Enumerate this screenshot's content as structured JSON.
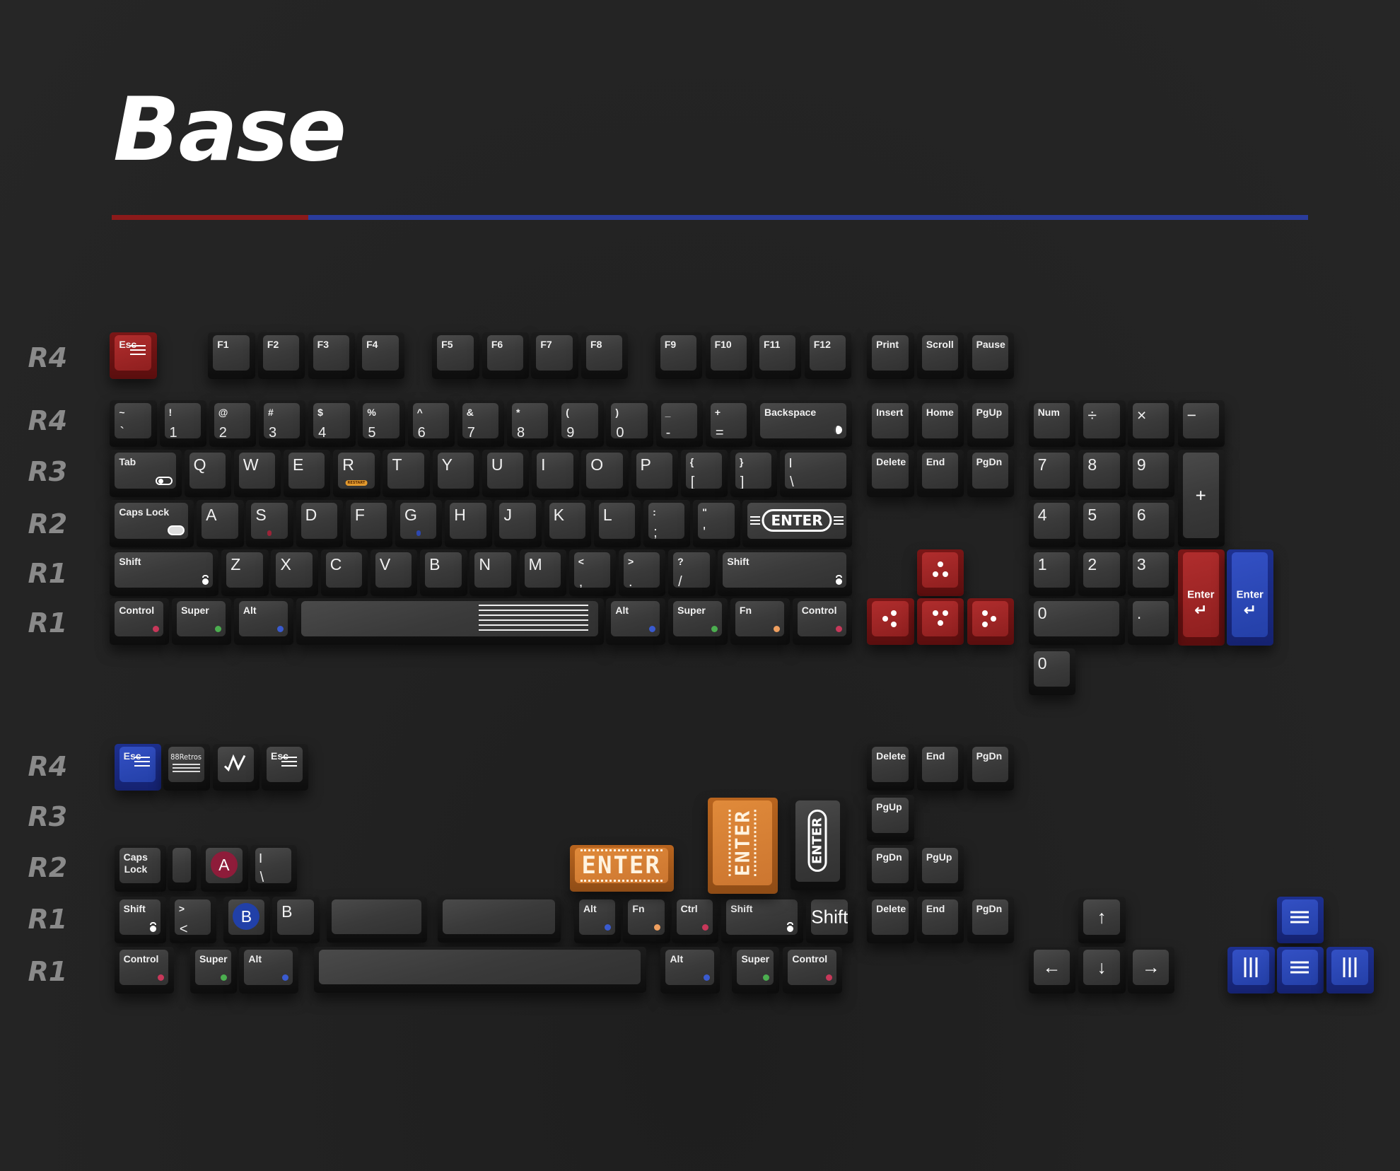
{
  "title": "Base",
  "accent": {
    "red": "#8b1a1a",
    "blue": "#2a3c9c",
    "orange": "#d07a2a"
  },
  "row_labels": {
    "upper": [
      "R4",
      "R4",
      "R3",
      "R2",
      "R1",
      "R1"
    ],
    "lower": [
      "R4",
      "R3",
      "R2",
      "R1",
      "R1"
    ]
  },
  "keys": {
    "fn_row": [
      {
        "l": "Esc",
        "c": "red",
        "icon": "esc-lines"
      },
      {
        "l": "F1"
      },
      {
        "l": "F2"
      },
      {
        "l": "F3"
      },
      {
        "l": "F4"
      },
      {
        "l": "F5"
      },
      {
        "l": "F6"
      },
      {
        "l": "F7"
      },
      {
        "l": "F8"
      },
      {
        "l": "F9"
      },
      {
        "l": "F10"
      },
      {
        "l": "F11"
      },
      {
        "l": "F12"
      }
    ],
    "nav_top": [
      {
        "l": "Print"
      },
      {
        "l": "Scroll"
      },
      {
        "l": "Pause"
      }
    ],
    "num_row": [
      {
        "l": "~",
        "s": "`"
      },
      {
        "l": "!",
        "s": "1"
      },
      {
        "l": "@",
        "s": "2"
      },
      {
        "l": "#",
        "s": "3"
      },
      {
        "l": "$",
        "s": "4"
      },
      {
        "l": "%",
        "s": "5"
      },
      {
        "l": "^",
        "s": "6"
      },
      {
        "l": "&",
        "s": "7"
      },
      {
        "l": "*",
        "s": "8"
      },
      {
        "l": "(",
        "s": "9"
      },
      {
        "l": ")",
        "s": "0"
      },
      {
        "l": "_",
        "s": "-"
      },
      {
        "l": "+",
        "s": "="
      },
      {
        "l": "Backspace",
        "icon": "backspace-dot"
      }
    ],
    "q_row": [
      {
        "l": "Tab",
        "icon": "toggle"
      },
      {
        "l": "Q",
        "big": true
      },
      {
        "l": "W",
        "big": true
      },
      {
        "l": "E",
        "big": true
      },
      {
        "l": "R",
        "big": true,
        "badge": "RESTART",
        "badge_color": "#e39a2e"
      },
      {
        "l": "T",
        "big": true
      },
      {
        "l": "Y",
        "big": true
      },
      {
        "l": "U",
        "big": true
      },
      {
        "l": "I",
        "big": true
      },
      {
        "l": "O",
        "big": true
      },
      {
        "l": "P",
        "big": true
      },
      {
        "l": "{",
        "s": "["
      },
      {
        "l": "}",
        "s": "]"
      },
      {
        "l": "|",
        "s": "\\"
      }
    ],
    "a_row": [
      {
        "l": "Caps Lock",
        "icon": "pill"
      },
      {
        "l": "A",
        "big": true
      },
      {
        "l": "S",
        "big": true,
        "badge": "",
        "badge_color": "#9c2438"
      },
      {
        "l": "D",
        "big": true
      },
      {
        "l": "F",
        "big": true
      },
      {
        "l": "G",
        "big": true,
        "badge": "",
        "badge_color": "#2d48b0"
      },
      {
        "l": "H",
        "big": true
      },
      {
        "l": "J",
        "big": true
      },
      {
        "l": "K",
        "big": true
      },
      {
        "l": "L",
        "big": true
      },
      {
        "l": ":",
        "s": ";"
      },
      {
        "l": "\"",
        "s": "'"
      },
      {
        "l": "ENTER",
        "style": "enter-badge"
      }
    ],
    "z_row": [
      {
        "l": "Shift",
        "icon": "shift-dot"
      },
      {
        "l": "Z",
        "big": true
      },
      {
        "l": "X",
        "big": true
      },
      {
        "l": "C",
        "big": true
      },
      {
        "l": "V",
        "big": true
      },
      {
        "l": "B",
        "big": true
      },
      {
        "l": "N",
        "big": true
      },
      {
        "l": "M",
        "big": true
      },
      {
        "l": "<",
        "s": ","
      },
      {
        "l": ">",
        "s": "."
      },
      {
        "l": "?",
        "s": "/"
      },
      {
        "l": "Shift",
        "icon": "shift-dot"
      }
    ],
    "mod_row": [
      {
        "l": "Control",
        "dot": "#c8385a"
      },
      {
        "l": "Super",
        "dot": "#4caf50"
      },
      {
        "l": "Alt",
        "dot": "#3a5bd0"
      },
      {
        "l": "",
        "icon": "space-stripes"
      },
      {
        "l": "Alt",
        "dot": "#3a5bd0"
      },
      {
        "l": "Super",
        "dot": "#4caf50"
      },
      {
        "l": "Fn",
        "dot": "#f0a060"
      },
      {
        "l": "Control",
        "dot": "#c8385a"
      }
    ],
    "nav_mid": [
      {
        "l": "Insert"
      },
      {
        "l": "Home"
      },
      {
        "l": "PgUp"
      },
      {
        "l": "Delete"
      },
      {
        "l": "End"
      },
      {
        "l": "PgDn"
      }
    ],
    "arrows_red": [
      {
        "l": "",
        "c": "red",
        "icon": "dice-up"
      },
      {
        "l": "",
        "c": "red",
        "icon": "dice-left"
      },
      {
        "l": "",
        "c": "red",
        "icon": "dice-down"
      },
      {
        "l": "",
        "c": "red",
        "icon": "dice-right"
      }
    ],
    "numpad": [
      {
        "l": "Num"
      },
      {
        "l": "÷",
        "big": true
      },
      {
        "l": "×",
        "big": true
      },
      {
        "l": "−",
        "big": true
      },
      {
        "l": "7",
        "big": true
      },
      {
        "l": "8",
        "big": true
      },
      {
        "l": "9",
        "big": true
      },
      {
        "l": "+",
        "center": true
      },
      {
        "l": "4",
        "big": true
      },
      {
        "l": "5",
        "big": true
      },
      {
        "l": "6",
        "big": true
      },
      {
        "l": "1",
        "big": true
      },
      {
        "l": "2",
        "big": true
      },
      {
        "l": "3",
        "big": true
      },
      {
        "l": "Enter",
        "s": "↵",
        "c": "red",
        "center": true
      },
      {
        "l": "Enter",
        "s": "↵",
        "c": "blue",
        "center": true
      },
      {
        "l": "0",
        "big": true
      },
      {
        "l": ".",
        "big": true
      },
      {
        "l": "0",
        "big": true
      }
    ],
    "lower_r4": [
      {
        "l": "Esc",
        "c": "blue",
        "icon": "esc-lines"
      },
      {
        "l": "88Retros",
        "icon": "retros"
      },
      {
        "l": "",
        "icon": "wave"
      },
      {
        "l": "Esc",
        "icon": "esc-lines"
      }
    ],
    "lower_nav": [
      {
        "l": "Delete"
      },
      {
        "l": "End"
      },
      {
        "l": "PgDn"
      },
      {
        "l": "PgUp"
      },
      {
        "l": "PgDn"
      },
      {
        "l": "PgUp"
      },
      {
        "l": "Delete"
      },
      {
        "l": "End"
      },
      {
        "l": "PgDn"
      }
    ],
    "lower_r2": [
      {
        "l": "Caps",
        "s": "Lock",
        "small_sub": true
      },
      {
        "l": ""
      },
      {
        "l": "A",
        "circle": "#8e1c3a"
      },
      {
        "l": "|",
        "s": "\\"
      }
    ],
    "lower_r1": [
      {
        "l": "Shift",
        "icon": "shift-dot"
      },
      {
        "l": ">",
        "s": "<"
      },
      {
        "l": "B",
        "circle": "#2140a8"
      },
      {
        "l": "B",
        "big": true
      },
      {
        "l": ""
      },
      {
        "l": ""
      },
      {
        "l": "Alt",
        "dot": "#3a5bd0"
      },
      {
        "l": "Fn",
        "dot": "#f0a060"
      },
      {
        "l": "Ctrl",
        "dot": "#c8385a"
      },
      {
        "l": "Shift",
        "icon": "shift-dot"
      },
      {
        "l": "Shift",
        "center": true
      }
    ],
    "lower_mod": [
      {
        "l": "Control",
        "dot": "#c8385a"
      },
      {
        "l": "Super",
        "dot": "#4caf50"
      },
      {
        "l": "Alt",
        "dot": "#3a5bd0"
      },
      {
        "l": ""
      },
      {
        "l": "Alt",
        "dot": "#3a5bd0"
      },
      {
        "l": "Super",
        "dot": "#4caf50"
      },
      {
        "l": "Control",
        "dot": "#c8385a"
      }
    ],
    "enters": [
      {
        "l": "ENTER",
        "c": "orange",
        "style": "dotmatrix"
      },
      {
        "l": "ENTER",
        "c": "orange",
        "style": "vert-dm"
      },
      {
        "l": "ENTER",
        "style": "vert-bd"
      }
    ],
    "lower_arrows": [
      {
        "l": "↑",
        "center": true
      },
      {
        "l": "←",
        "center": true
      },
      {
        "l": "↓",
        "center": true
      },
      {
        "l": "→",
        "center": true
      }
    ],
    "blue_cluster": [
      {
        "l": "",
        "c": "blue",
        "icon": "bars-h"
      },
      {
        "l": "",
        "c": "blue",
        "icon": "bars-v"
      },
      {
        "l": "",
        "c": "blue",
        "icon": "bars-h"
      },
      {
        "l": "",
        "c": "blue",
        "icon": "bars-v"
      }
    ]
  }
}
